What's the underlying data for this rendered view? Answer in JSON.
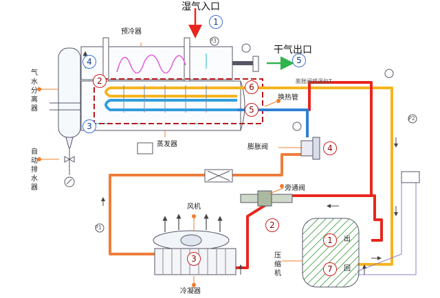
{
  "labels": {
    "wet_gas_inlet": "湿气入口",
    "dry_gas_outlet": "干气出口",
    "precooler": "预冷器",
    "gas_water_separator": "气水分离器",
    "auto_drain": "自动排水器",
    "evaporator": "蒸发器",
    "heat_exchange_tube": "换热管",
    "expansion_valve": "膨胀阀",
    "expansion_bulb": "膨胀阀感温包T",
    "bypass_valve": "旁通阀",
    "fan": "风机",
    "condenser": "冷凝器",
    "compressor": "压缩机",
    "compressor_out": "出",
    "compressor_in": "回",
    "p1": "P1",
    "p2": "P2",
    "p3": "P3"
  },
  "markers": {
    "blue_1": "1",
    "blue_4": "4",
    "blue_3": "3",
    "blue_5": "5",
    "red_2_evap": "2",
    "red_6": "6",
    "red_5": "5",
    "red_4": "4",
    "red_2_bypass": "2",
    "red_3": "3",
    "red_1": "1",
    "red_7": "7"
  },
  "colors": {
    "hot_gas_line": "#e8261e",
    "liquid_line": "#ef7d3a",
    "suction_line": "#f6b41f",
    "cold_line": "#2f7fd3",
    "dry_air_arrow": "#2fb34a",
    "inlet_arrow": "#e8261e"
  }
}
